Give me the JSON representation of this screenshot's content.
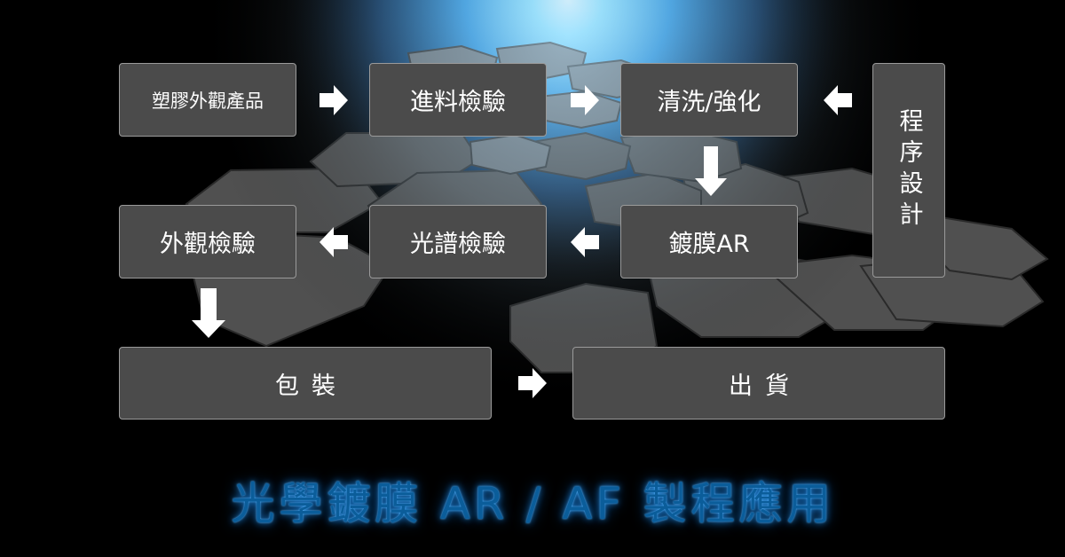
{
  "colors": {
    "box_fill": "#4b4b4b",
    "box_border": "#9a9a9a",
    "text": "#ffffff",
    "title": "#0b5d9a",
    "glow": "#1e90ff"
  },
  "steps": {
    "plastic_products": "塑膠外觀產品",
    "incoming_inspection": "進料檢驗",
    "cleaning_strengthening": "清洗/強化",
    "program_design": "程序設計",
    "coating_ar": "鍍膜AR",
    "spectrum_inspection": "光譜檢驗",
    "appearance_inspection": "外觀檢驗",
    "packaging": "包裝",
    "shipping": "出貨"
  },
  "title": "光學鍍膜 AR / AF 製程應用"
}
